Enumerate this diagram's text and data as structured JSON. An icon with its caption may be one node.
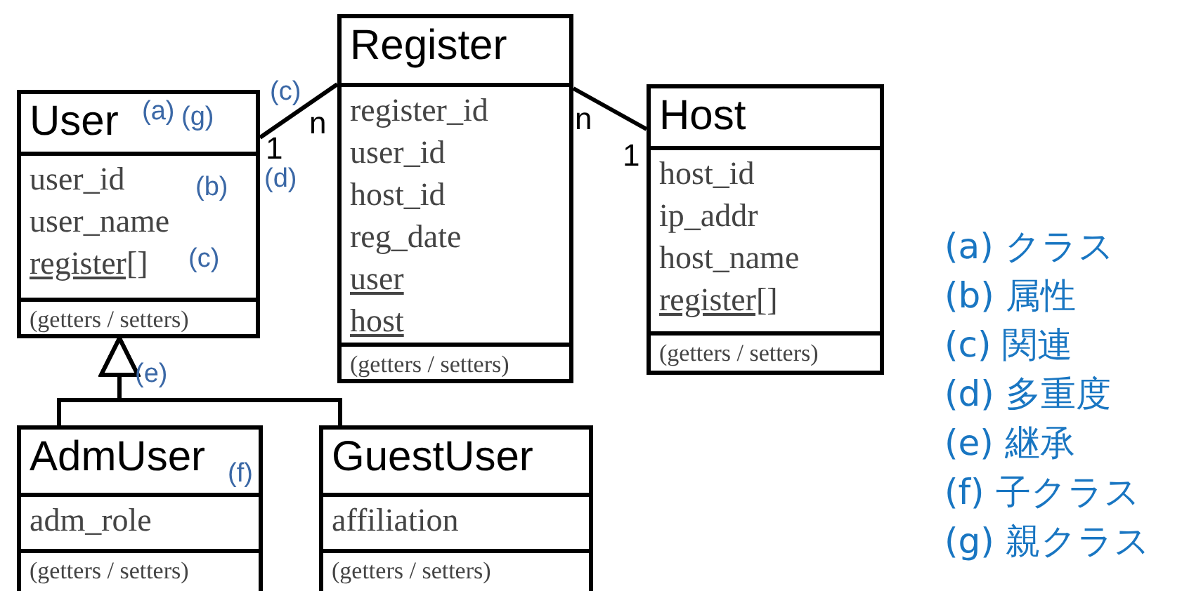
{
  "diagram": {
    "nodes": [
      {
        "text": [
          "User",
          "user_id",
          "user_name",
          "register[]",
          "(getters / setters)"
        ]
      },
      {
        "text": [
          "Register",
          "register_id",
          "user_id",
          "host_id",
          "reg_date",
          "user",
          "host",
          "(getters / setters)"
        ]
      },
      {
        "text": [
          "Host",
          "host_id",
          "ip_addr",
          "host_name",
          "register[]",
          "(getters / setters)"
        ]
      },
      {
        "text": [
          "AdmUser",
          "adm_role",
          "(getters / setters)"
        ]
      },
      {
        "text": [
          "GuestUser",
          "affiliation",
          "(getters / setters)"
        ]
      }
    ],
    "edges": [
      {
        "from": 0,
        "to": 1,
        "arrow": "none"
      },
      {
        "from": 1,
        "to": 2,
        "arrow": "none"
      },
      {
        "from": 3,
        "to": 0,
        "arrow": "to"
      },
      {
        "from": 4,
        "to": 0,
        "arrow": "to"
      }
    ],
    "labels": [
      "(c)",
      "(a)",
      "(g)",
      "1",
      "n",
      "n",
      "1",
      "(d)",
      "(b)",
      "(c)",
      "(e)",
      "(f)",
      "(a) クラス",
      "(b) 属性",
      "(c) 関連",
      "(d) 多重度",
      "(e) 継承",
      "(f) 子クラス",
      "(g) 親クラス"
    ]
  }
}
